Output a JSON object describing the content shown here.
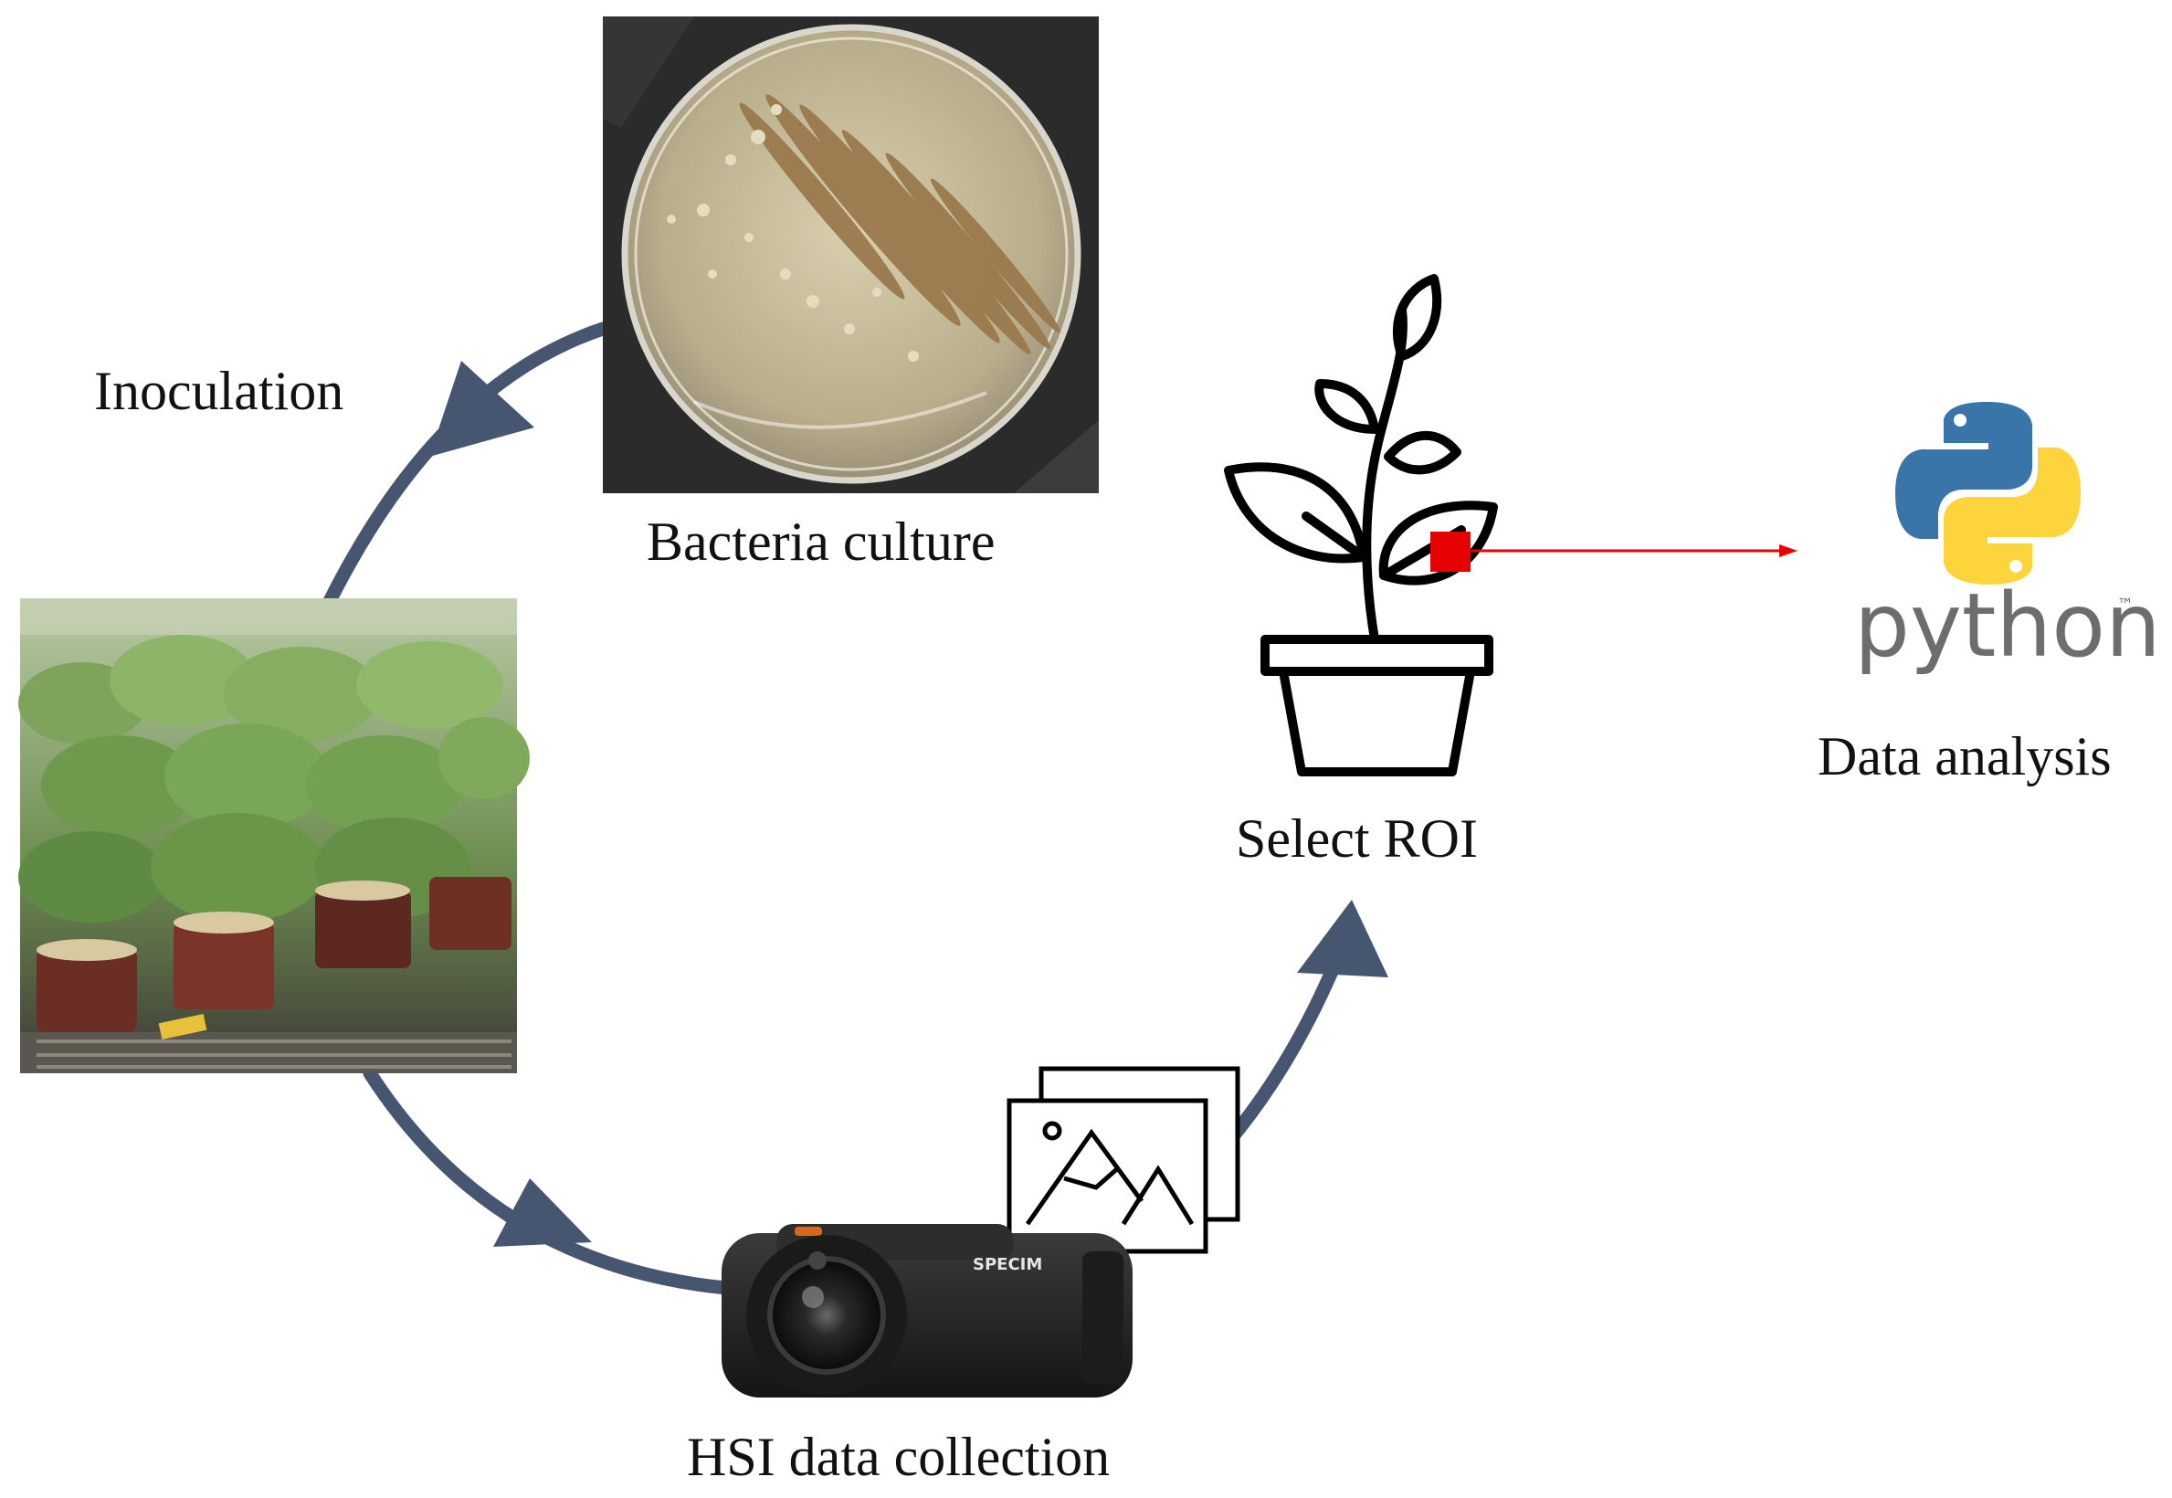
{
  "labels": {
    "inoculation": "Inoculation",
    "bacteria_culture": "Bacteria culture",
    "hsi_data_collection": "HSI data collection",
    "select_roi": "Select ROI",
    "data_analysis": "Data analysis"
  },
  "python_logo": {
    "word": "python",
    "trademark": "™"
  },
  "camera": {
    "brand": "SPECIM"
  },
  "colors": {
    "cycle_arrow": "#465671",
    "roi_marker": "#e60000",
    "python_blue": "#3a75a9",
    "python_yellow": "#fdd43b",
    "python_text": "#6d6d6d"
  }
}
